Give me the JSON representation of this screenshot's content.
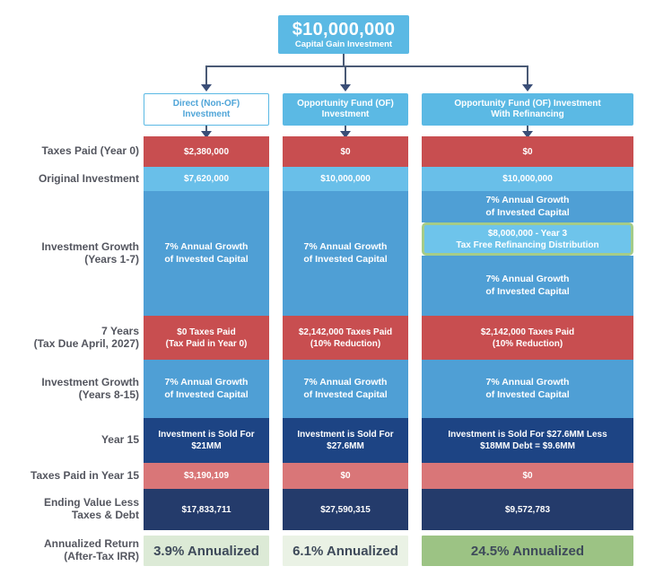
{
  "colors": {
    "header_blue": "#5BB9E4",
    "tax_red": "#C84E50",
    "tax_salmon": "#D97678",
    "original_light_blue": "#69BFE9",
    "growth_mid_blue": "#4F9FD5",
    "refinancing_pale_blue": "#6EC4EB",
    "refinancing_green_border": "#A5CC88",
    "year15_navy": "#1D4484",
    "ending_dark_navy": "#243B6B",
    "annualized_green_strong": "#9CC384",
    "annualized_green_light": "#DCEAD6",
    "annualized_green_lighter": "#EAF2E5",
    "connector": "#4A5A75",
    "label_text": "#54565F"
  },
  "top_box": {
    "amount": "$10,000,000",
    "subtitle": "Capital Gain Investment"
  },
  "row_labels": {
    "taxes_year0": "Taxes Paid (Year 0)",
    "original_investment": "Original Investment",
    "growth_1_7": "Investment Growth\n(Years 1-7)",
    "seven_years": "7 Years\n(Tax Due April, 2027)",
    "growth_8_15": "Investment Growth\n(Years 8-15)",
    "year_15": "Year 15",
    "taxes_year15": "Taxes Paid in Year 15",
    "ending_value": "Ending Value Less\nTaxes & Debt",
    "annualized": "Annualized Return\n(After-Tax IRR)"
  },
  "columns": [
    {
      "header": "Direct (Non-OF)\nInvestment",
      "taxes_year0": "$2,380,000",
      "original_investment": "$7,620,000",
      "growth_1_7": "7% Annual Growth\nof Invested Capital",
      "seven_years": "$0 Taxes Paid\n(Tax Paid in Year 0)",
      "growth_8_15": "7% Annual Growth\nof Invested Capital",
      "year_15": "Investment is Sold For\n$21MM",
      "taxes_year15": "$3,190,109",
      "ending_value": "$17,833,711",
      "annualized": "3.9% Annualized"
    },
    {
      "header": "Opportunity Fund (OF)\nInvestment",
      "taxes_year0": "$0",
      "original_investment": "$10,000,000",
      "growth_1_7": "7% Annual Growth\nof Invested Capital",
      "seven_years": "$2,142,000 Taxes Paid\n(10% Reduction)",
      "growth_8_15": "7% Annual Growth\nof Invested Capital",
      "year_15": "Investment is Sold For\n$27.6MM",
      "taxes_year15": "$0",
      "ending_value": "$27,590,315",
      "annualized": "6.1% Annualized"
    },
    {
      "header": "Opportunity Fund (OF) Investment\nWith Refinancing",
      "taxes_year0": "$0",
      "original_investment": "$10,000,000",
      "growth_1_7_a": "7% Annual Growth\nof Invested Capital",
      "refinancing": "$8,000,000 - Year 3\nTax Free Refinancing Distribution",
      "growth_1_7_b": "7% Annual Growth\nof Invested Capital",
      "seven_years": "$2,142,000 Taxes Paid\n(10% Reduction)",
      "growth_8_15": "7% Annual Growth\nof Invested Capital",
      "year_15": "Investment is Sold For $27.6MM Less\n$18MM Debt = $9.6MM",
      "taxes_year15": "$0",
      "ending_value": "$9,572,783",
      "annualized": "24.5% Annualized"
    }
  ]
}
